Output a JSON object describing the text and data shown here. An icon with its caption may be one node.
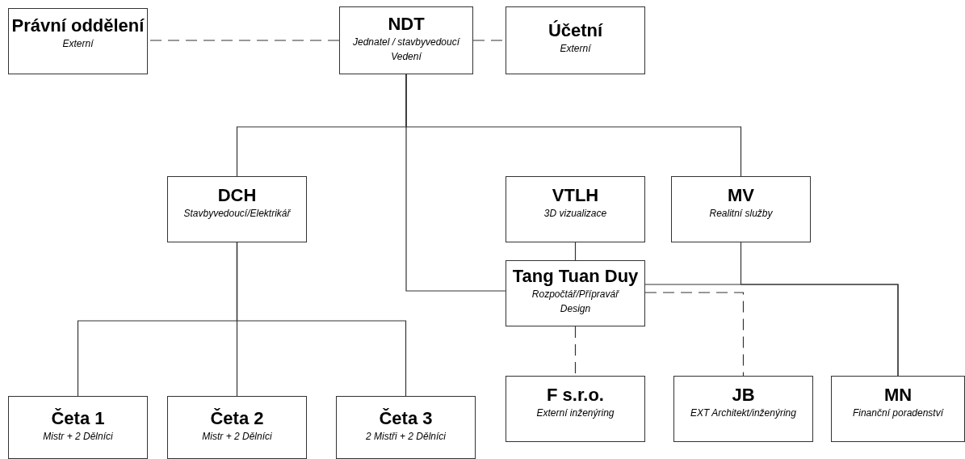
{
  "diagram": {
    "nodes": [
      {
        "text": [
          "Právní oddělení",
          "Externí"
        ]
      },
      {
        "text": [
          "NDT",
          "Jednatel / stavbyvedoucí",
          "Vedení"
        ]
      },
      {
        "text": [
          "Účetní",
          "Externí"
        ]
      },
      {
        "text": [
          "DCH",
          "Stavbyvedoucí/Elektrikář"
        ]
      },
      {
        "text": [
          "VTLH",
          "3D vizualizace"
        ]
      },
      {
        "text": [
          "MV",
          "Realitní služby"
        ]
      },
      {
        "text": [
          "Tang Tuan Duy",
          "Rozpočtář/Přípravář",
          "Design"
        ]
      },
      {
        "text": [
          "Četa 1",
          "Mistr + 2 Dělníci"
        ]
      },
      {
        "text": [
          "Četa 2",
          "Mistr + 2 Dělníci"
        ]
      },
      {
        "text": [
          "Četa 3",
          "2 Mistři + 2 Dělníci"
        ]
      },
      {
        "text": [
          "F s.r.o.",
          "Externí inženýring"
        ]
      },
      {
        "text": [
          "JB",
          "EXT Architekt/inženýring"
        ]
      },
      {
        "text": [
          "MN",
          "Finanční poradenství"
        ]
      }
    ],
    "edges": [
      {
        "from": 1,
        "to": 0,
        "arrow": "none",
        "style": "dashed"
      },
      {
        "from": 1,
        "to": 2,
        "arrow": "none",
        "style": "dashed"
      },
      {
        "from": 1,
        "to": 3,
        "arrow": "none"
      },
      {
        "from": 1,
        "to": 5,
        "arrow": "none"
      },
      {
        "from": 1,
        "to": 6,
        "arrow": "none"
      },
      {
        "from": 4,
        "to": 6,
        "arrow": "none"
      },
      {
        "from": 6,
        "to": 12,
        "arrow": "none"
      },
      {
        "from": 5,
        "to": 12,
        "arrow": "none"
      },
      {
        "from": 6,
        "to": 10,
        "arrow": "none",
        "style": "dashed"
      },
      {
        "from": 6,
        "to": 11,
        "arrow": "none",
        "style": "dashed"
      },
      {
        "from": 3,
        "to": 7,
        "arrow": "none"
      },
      {
        "from": 3,
        "to": 8,
        "arrow": "none"
      },
      {
        "from": 3,
        "to": 9,
        "arrow": "none"
      }
    ]
  }
}
